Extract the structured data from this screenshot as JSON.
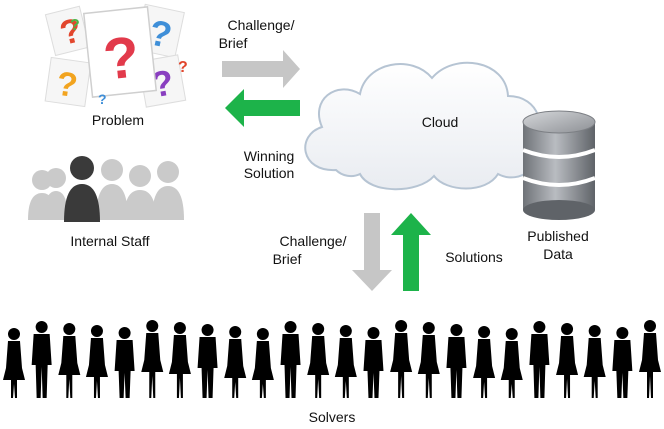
{
  "labels": {
    "problem": "Problem",
    "internal_staff": "Internal Staff",
    "challenge_brief_top": [
      "Challenge/",
      "Brief"
    ],
    "winning_solution": [
      "Winning",
      "Solution"
    ],
    "cloud": "Cloud",
    "challenge_brief_bottom": [
      "Challenge/",
      "Brief"
    ],
    "solutions": "Solutions",
    "published_data": [
      "Published",
      "Data"
    ],
    "solvers": "Solvers"
  },
  "icons": {
    "problem_image": "question-mark-cards-icon",
    "internal_staff_image": "group-silhouette-icon",
    "cloud_image": "cloud-icon",
    "database_image": "database-icon",
    "solvers_image": "crowd-silhouette-icon"
  },
  "colors": {
    "arrow_gray": "#c8c8c8",
    "arrow_green": "#1db34a",
    "staff_dark": "#3a3a3a",
    "staff_light": "#c9c9c9",
    "database": "#8e9196",
    "silhouette": "#000000"
  }
}
